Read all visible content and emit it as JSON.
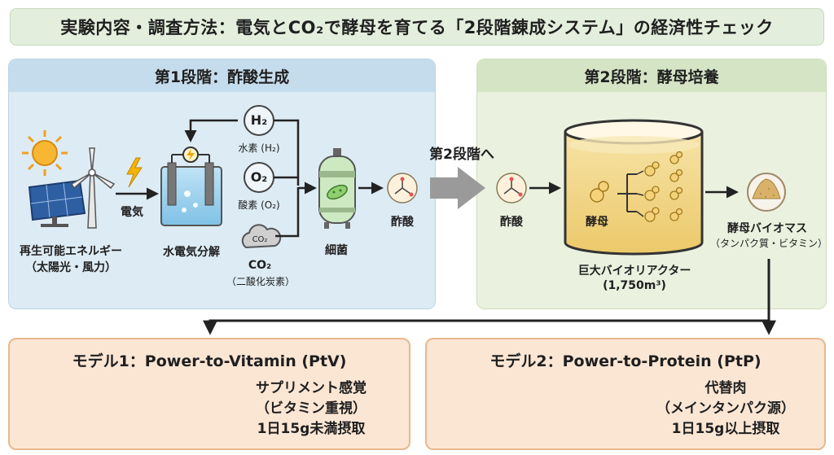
{
  "title": "実験内容・調査方法：電気とCO₂で酵母を育てる「2段階錬成システム」の経済性チェック",
  "stage1": {
    "header": "第1段階：酢酸生成",
    "renewable_label": "再生可能エネルギー",
    "renewable_sub": "（太陽光・風力）",
    "electricity_label": "電気",
    "electrolysis_label": "水電気分解",
    "h2_symbol": "H₂",
    "h2_label": "水素 (H₂)",
    "o2_symbol": "O₂",
    "o2_label": "酸素 (O₂)",
    "co2_symbol": "CO₂",
    "co2_label": "CO₂",
    "co2_sub": "（二酸化炭素）",
    "bacteria_label": "細菌",
    "acetate_label": "酢酸"
  },
  "transfer_label": "第2段階へ",
  "stage2": {
    "header": "第2段階：酵母培養",
    "acetate_label": "酢酸",
    "yeast_label": "酵母",
    "reactor_label": "巨大バイオリアクター",
    "reactor_volume": "(1,750m³)",
    "biomass_label": "酵母バイオマス",
    "biomass_sub": "（タンパク質・ビタミン）"
  },
  "model1": {
    "title": "モデル1：Power-to-Vitamin (PtV)",
    "line1": "サプリメント感覚",
    "line2": "（ビタミン重視）",
    "line3": "1日15g未満摂取"
  },
  "model2": {
    "title": "モデル2：Power-to-Protein (PtP)",
    "line1": "代替肉",
    "line2": "（メインタンパク源）",
    "line3": "1日15g以上摂取"
  },
  "colors": {
    "stage1_bg": "#ddebf4",
    "stage2_bg": "#eaf1df",
    "model_bg": "#fbe6d4",
    "arrow": "#222222",
    "transfer_arrow": "#9a9a9a"
  }
}
